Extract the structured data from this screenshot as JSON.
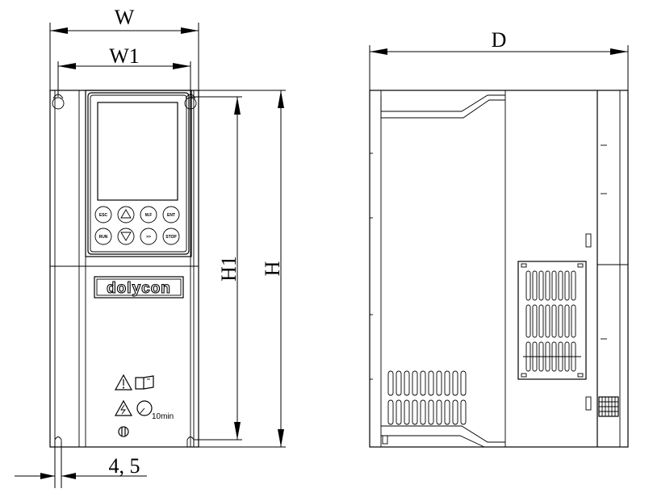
{
  "dimensions": {
    "width": "W",
    "width_inner": "W1",
    "height": "H",
    "height_inner": "H1",
    "depth": "D",
    "hole_diameter": "4, 5"
  },
  "panel": {
    "brand": "dolycon",
    "keys_row1": [
      "ESC",
      "▲",
      "M.F",
      "ENT"
    ],
    "keys_row2": [
      "RUN",
      "▼",
      ">>",
      "STOP"
    ]
  },
  "warnings": {
    "discharge_time": "10min"
  }
}
